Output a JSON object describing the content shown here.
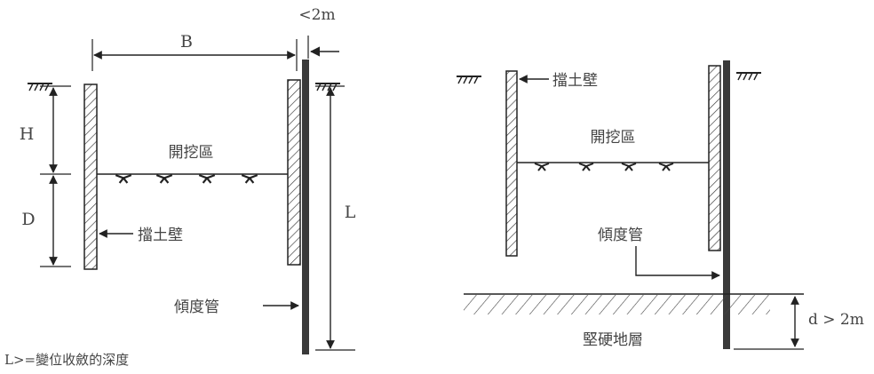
{
  "left": {
    "dim_B": "B",
    "dim_offset": "<2m",
    "dim_H": "H",
    "dim_D": "D",
    "dim_L": "L",
    "excavation_label": "開挖區",
    "retaining_wall_label": "擋土壁",
    "inclinometer_label": "傾度管",
    "footnote": "L>=變位收斂的深度"
  },
  "right": {
    "retaining_wall_label": "擋土壁",
    "excavation_label": "開挖區",
    "inclinometer_label": "傾度管",
    "hard_layer_label": "堅硬地層",
    "dim_d": "d > 2m"
  }
}
